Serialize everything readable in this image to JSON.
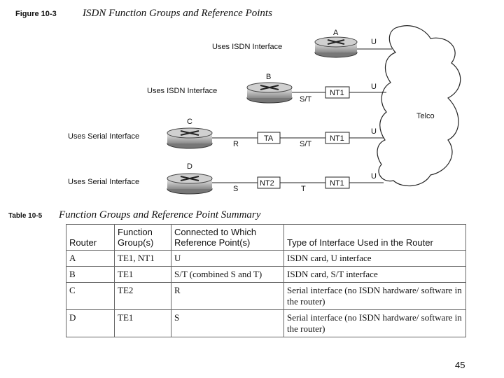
{
  "figure": {
    "label": "Figure 10-3",
    "title": "ISDN Function Groups and Reference Points"
  },
  "diagram": {
    "routers": [
      {
        "name": "A",
        "label": "Uses ISDN Interface"
      },
      {
        "name": "B",
        "label": "Uses ISDN Interface"
      },
      {
        "name": "C",
        "label": "Uses Serial Interface"
      },
      {
        "name": "D",
        "label": "Uses Serial Interface"
      }
    ],
    "devices": {
      "ta": "TA",
      "nt1": "NT1",
      "nt2": "NT2"
    },
    "ref_points": {
      "u": "U",
      "st": "S/T",
      "r": "R",
      "s": "S",
      "t": "T"
    },
    "cloud": "Telco"
  },
  "table": {
    "label": "Table 10-5",
    "title": "Function Groups and Reference Point Summary",
    "headers": [
      "Router",
      "Function Group(s)",
      "Connected to Which Reference Point(s)",
      "Type of Interface Used in the Router"
    ],
    "rows": [
      [
        "A",
        "TE1, NT1",
        "U",
        "ISDN card, U interface"
      ],
      [
        "B",
        "TE1",
        "S/T (combined S and T)",
        "ISDN card, S/T interface"
      ],
      [
        "C",
        "TE2",
        "R",
        "Serial interface (no ISDN hardware/ software in the router)"
      ],
      [
        "D",
        "TE1",
        "S",
        "Serial interface (no ISDN hardware/ software in the router)"
      ]
    ]
  },
  "page_number": "45"
}
